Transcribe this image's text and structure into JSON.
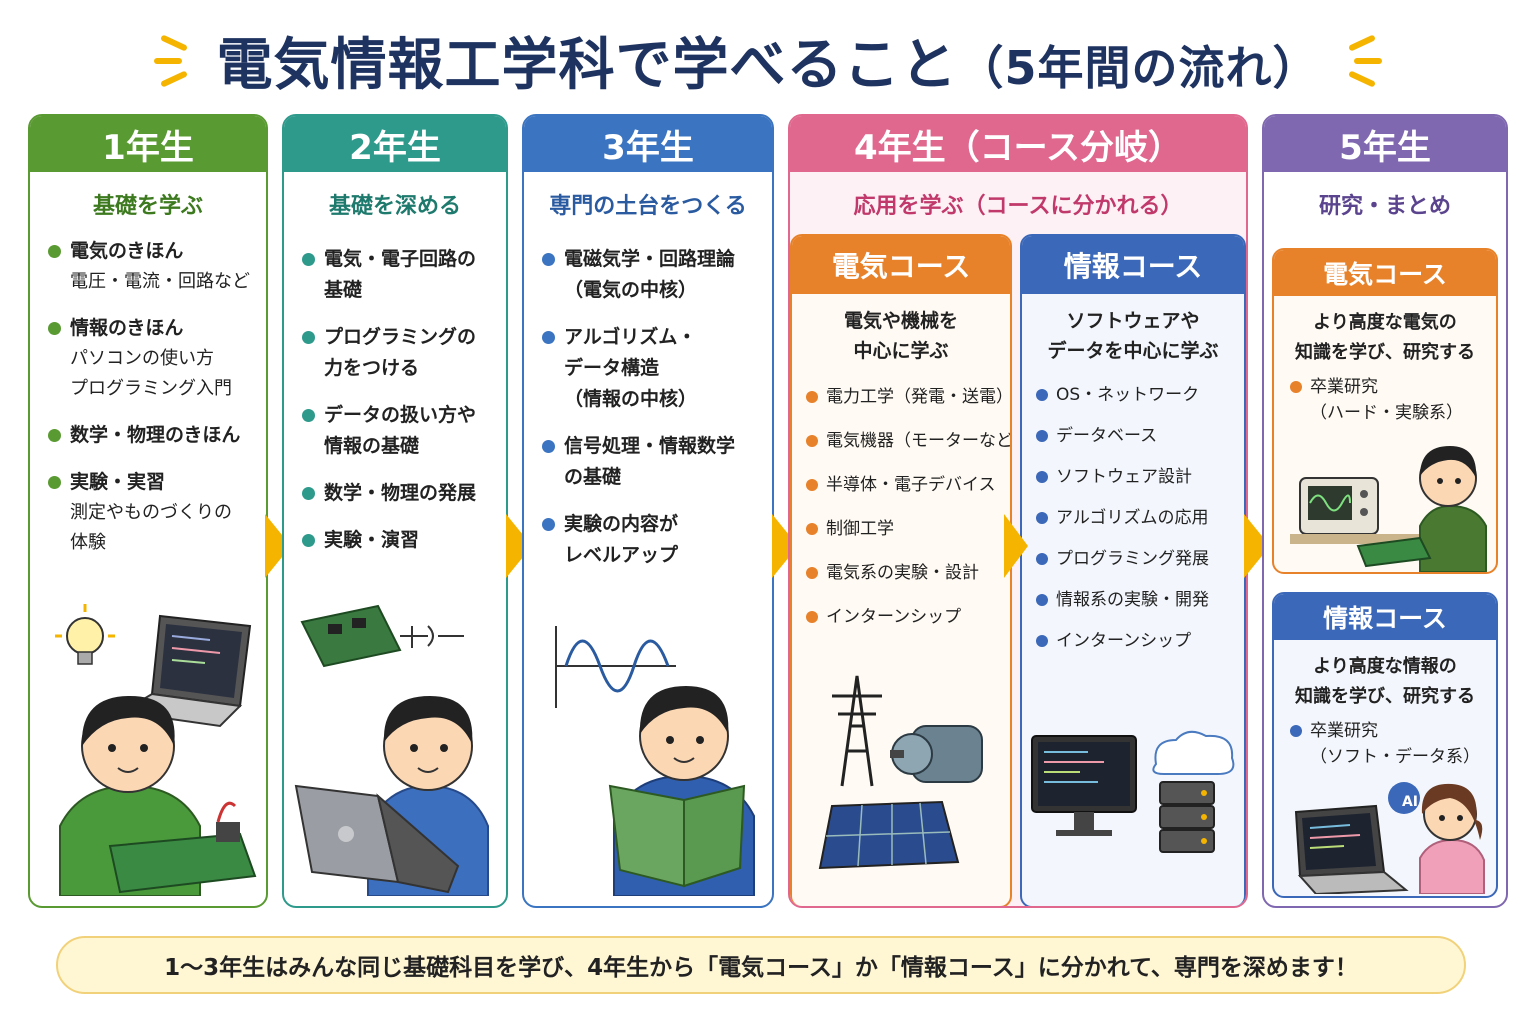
{
  "title": {
    "main": "電気情報工学科で学べること",
    "sub": "（5年間の流れ）"
  },
  "colors": {
    "year1": "#5a9a32",
    "year2": "#2e9a8c",
    "year3": "#3b74c0",
    "year4": "#e0688f",
    "year5": "#7f68b0",
    "elec": "#e8822a",
    "info": "#3b68b8",
    "arrow": "#f4b400"
  },
  "years": [
    {
      "header": "1年生",
      "subtitle": "基礎を学ぶ",
      "items": [
        {
          "label": "電気のきほん",
          "note": "電圧・電流・回路など"
        },
        {
          "label": "情報のきほん",
          "note": "パソコンの使い方\nプログラミング入門"
        },
        {
          "label": "数学・物理のきほん",
          "note": ""
        },
        {
          "label": "実験・実習",
          "note": "測定やものづくりの\n体験"
        }
      ]
    },
    {
      "header": "2年生",
      "subtitle": "基礎を深める",
      "items": [
        {
          "label": "電気・電子回路の\n基礎"
        },
        {
          "label": "プログラミングの\n力をつける"
        },
        {
          "label": "データの扱い方や\n情報の基礎"
        },
        {
          "label": "数学・物理の発展"
        },
        {
          "label": "実験・演習"
        }
      ]
    },
    {
      "header": "3年生",
      "subtitle": "専門の土台をつくる",
      "items": [
        {
          "label": "電磁気学・回路理論\n（電気の中核）"
        },
        {
          "label": "アルゴリズム・\nデータ構造\n（情報の中核）"
        },
        {
          "label": "信号処理・情報数学\nの基礎"
        },
        {
          "label": "実験の内容が\nレベルアップ"
        }
      ]
    },
    {
      "header": "4年生（コース分岐）",
      "subtitle": "応用を学ぶ（コースに分かれる）",
      "elec": {
        "header": "電気コース",
        "desc": "電気や機械を\n中心に学ぶ",
        "items": [
          "電力工学（発電・送電）",
          "電気機器（モーターなど）",
          "半導体・電子デバイス",
          "制御工学",
          "電気系の実験・設計",
          "インターンシップ"
        ]
      },
      "info": {
        "header": "情報コース",
        "desc": "ソフトウェアや\nデータを中心に学ぶ",
        "items": [
          "OS・ネットワーク",
          "データベース",
          "ソフトウェア設計",
          "アルゴリズムの応用",
          "プログラミング発展",
          "情報系の実験・開発",
          "インターンシップ"
        ]
      }
    },
    {
      "header": "5年生",
      "subtitle": "研究・まとめ",
      "elec": {
        "header": "電気コース",
        "desc": "より高度な電気の\n知識を学び、研究する",
        "item": "卒業研究\n（ハード・実験系）"
      },
      "info": {
        "header": "情報コース",
        "desc": "より高度な情報の\n知識を学び、研究する",
        "item": "卒業研究\n（ソフト・データ系）"
      },
      "ai_label": "AI"
    }
  ],
  "footer": "1～3年生はみんな同じ基礎科目を学び、4年生から「電気コース」か「情報コース」に分かれて、専門を深めます！"
}
